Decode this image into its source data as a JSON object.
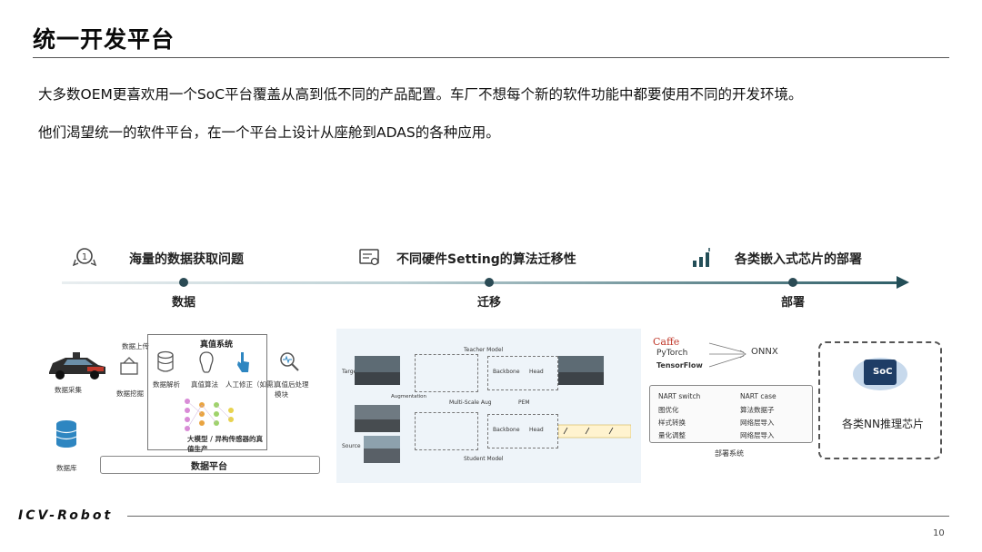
{
  "title": "统一开发平台",
  "paragraphs": [
    "大多数OEM更喜欢用一个SoC平台覆盖从高到低不同的产品配置。车厂不想每个新的软件功能中都要使用不同的开发环境。",
    "他们渴望统一的软件平台，在一个平台上设计从座舱到ADAS的各种应用。"
  ],
  "timeline": {
    "stages": [
      {
        "label": "海量的数据获取问题",
        "node": "数据",
        "icon": "award-icon"
      },
      {
        "label": "不同硬件Setting的算法迁移性",
        "node": "迁移",
        "icon": "certificate-icon"
      },
      {
        "label": "各类嵌入式芯片的部署",
        "node": "部署",
        "icon": "bar-chart-icon"
      }
    ]
  },
  "panel_data": {
    "labels": [
      "数据上传",
      "真值系统",
      "数据采集",
      "数据挖掘",
      "数据解析",
      "真值算法",
      "人工修正（如需）",
      "真值后处理模块",
      "大模型 / 异构传感器的真值生产",
      "数据库"
    ],
    "platform": "数据平台"
  },
  "panel_transfer": {
    "labels": [
      "Teacher Model",
      "Student Model",
      "Target",
      "Source",
      "Backbone",
      "Head",
      "Multi-Scale Aug",
      "PEM",
      "Augmentation"
    ]
  },
  "panel_deploy": {
    "frameworks": [
      "Caffe",
      "PyTorch",
      "TensorFlow"
    ],
    "onnx": "ONNX",
    "modules_left": [
      "NART switch",
      "图优化",
      "样式转换",
      "量化调整"
    ],
    "modules_right": [
      "NART case",
      "算法数据子",
      "网络层导入",
      "网络层导入"
    ],
    "deploy_caption": "部署系统",
    "chip": "SoC",
    "chip_caption": "各类NN推理芯片"
  },
  "footer": {
    "brand": "ICV-Robot",
    "page": "10"
  },
  "colors": {
    "accent": "#234e57",
    "chip": "#1e3d66",
    "car": "#c0392b"
  }
}
